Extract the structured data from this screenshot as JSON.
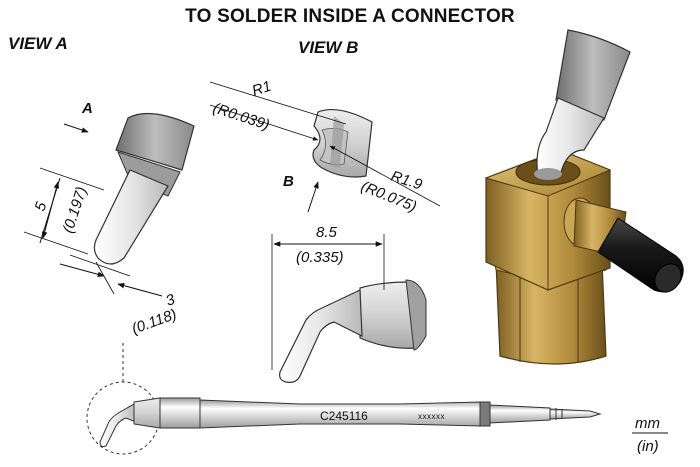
{
  "title": "TO SOLDER INSIDE A CONNECTOR",
  "views": {
    "a": "VIEW A",
    "b": "VIEW B"
  },
  "markers": {
    "a": "A",
    "b": "B"
  },
  "dimensions": {
    "length_mm": "5",
    "length_in": "(0.197)",
    "width_mm": "3",
    "width_in": "(0.118)",
    "r1_mm": "R1",
    "r1_in": "(R0.039)",
    "r19_mm": "R1.9",
    "r19_in": "(R0.075)",
    "bend_mm": "8.5",
    "bend_in": "(0.335)"
  },
  "cartridge": {
    "code": "C245116",
    "serial": "xxxxxx"
  },
  "units": {
    "primary": "mm",
    "secondary": "(in)"
  },
  "colors": {
    "brass": "#b08a3c",
    "silver": "#c8c8c8",
    "black": "#1a1a1a"
  }
}
